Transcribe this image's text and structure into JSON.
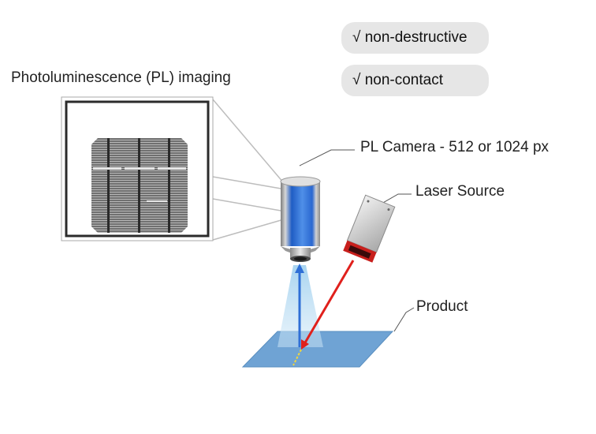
{
  "badges": {
    "non_destructive": "√ non-destructive",
    "non_contact": "√ non-contact"
  },
  "labels": {
    "title": "Photoluminescence (PL) imaging",
    "camera": "PL Camera  - 512 or 1024 px",
    "laser": "Laser Source",
    "product": "Product"
  },
  "colors": {
    "camera_body": "#2f6fd6",
    "beam_blue": "#8ec4e8",
    "laser_red": "#e0201c",
    "product_plane": "#6fa3d4",
    "badge_bg": "#e6e6e6"
  }
}
